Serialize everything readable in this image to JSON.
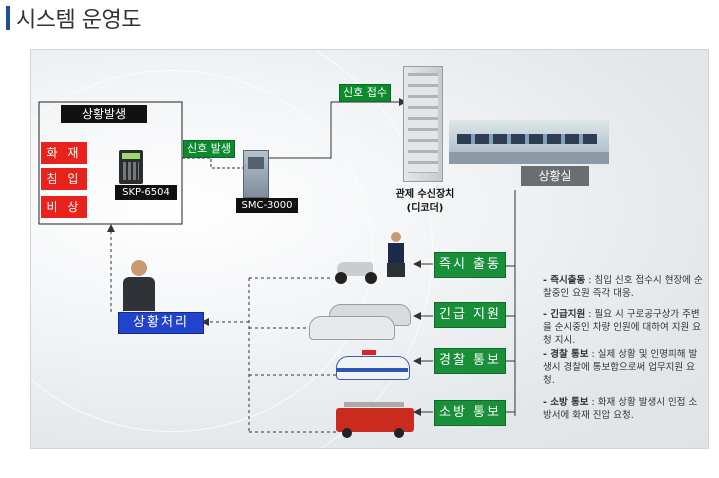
{
  "page": {
    "title": "시스템 운영도"
  },
  "diagram": {
    "event_group_title": "상황발생",
    "event_types": [
      "화 재",
      "침 입",
      "비 상"
    ],
    "keypad_label": "SKP-6504",
    "signal_sent_label": "신호 발생",
    "controller_label": "SMC-3000",
    "signal_received_label": "신호 접수",
    "receiver_caption": "관제 수신장치",
    "receiver_sub": "(디코더)",
    "control_room_label": "상황실",
    "handling_label": "상황처리",
    "actions": [
      "즉시 출동",
      "긴급 지원",
      "경찰 통보",
      "소방 통보"
    ]
  },
  "notes": [
    {
      "head": "- 즉시출동",
      "body": " : 침입 신호 접수시 현장에 순찰중인 요원 즉각 대응."
    },
    {
      "head": "- 긴급지원",
      "body": " : 필요 시 구로공구상가 주변을 순시중인 차량 인원에 대하여 지원 요청 지시."
    },
    {
      "head": "- 경찰 통보",
      "body": " : 실제 상황 및 인명피해 발생시 경찰에 통보함으로써 업무지원 요청."
    },
    {
      "head": "- 소방 통보",
      "body": " : 화재 상황 발생시 인접 소방서에 화재 진압 요청."
    }
  ],
  "colors": {
    "accent_blue": "#1f4e9a",
    "alert_red": "#e8231b",
    "action_green": "#1a8f3a",
    "handling_blue": "#2244cc"
  }
}
